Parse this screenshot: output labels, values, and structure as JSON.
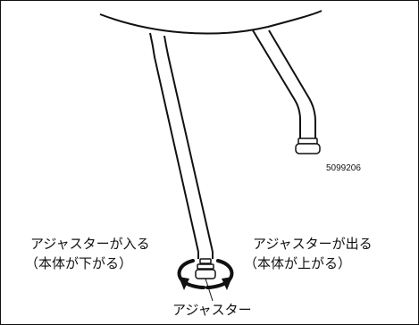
{
  "figure_code": "5099206",
  "left_callout": {
    "line1": "アジャスターが入る",
    "line2": "（本体が下がる）"
  },
  "right_callout": {
    "line1": "アジャスターが出る",
    "line2": "（本体が上がる）"
  },
  "bottom_label": "アジャスター",
  "colors": {
    "line": "#111111",
    "background": "#ffffff"
  }
}
